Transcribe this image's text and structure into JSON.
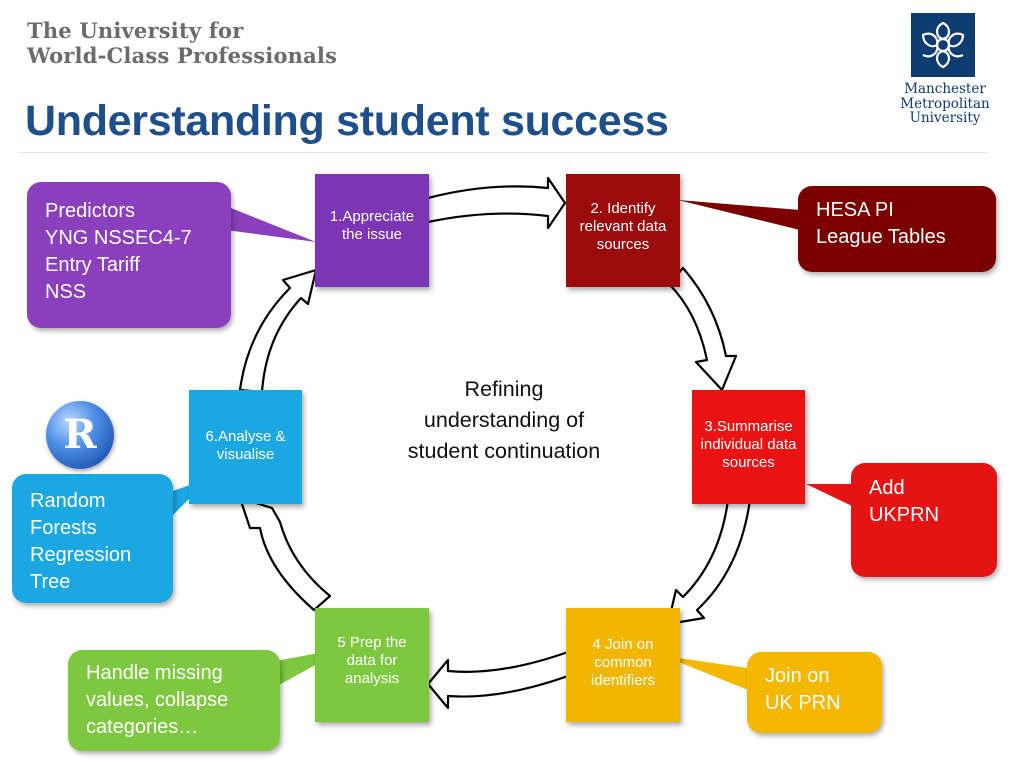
{
  "header": {
    "tagline": "The University for\nWorld-Class Professionals",
    "title": "Understanding student success",
    "logo_text": "Manchester\nMetropolitan\nUniversity"
  },
  "center_label": "Refining\nunderstanding of\nstudent continuation",
  "steps": [
    {
      "label": "1.Appreciate the issue",
      "color": "#7b35b5"
    },
    {
      "label": "2. Identify relevant data sources",
      "color": "#9b0b0b"
    },
    {
      "label": "3.Summarise individual data sources",
      "color": "#ea1212"
    },
    {
      "label": "4 Join on common identifiers",
      "color": "#f2b500"
    },
    {
      "label": "5 Prep the data for analysis",
      "color": "#7ec840"
    },
    {
      "label": "6.Analyse & visualise",
      "color": "#1ba8e2"
    }
  ],
  "callouts": {
    "predictors": {
      "text": "Predictors\nYNG NSSEC4-7\nEntry Tariff\nNSS",
      "color": "#8a40bd"
    },
    "hesa": {
      "text": "HESA PI\nLeague Tables",
      "color": "#7a0000"
    },
    "ukprn": {
      "text": "Add\nUKPRN",
      "color": "#e51414"
    },
    "join": {
      "text": "Join on\nUK PRN",
      "color": "#f5b800"
    },
    "handle": {
      "text": "Handle missing\nvalues, collapse\ncategories…",
      "color": "#7ec840"
    },
    "random": {
      "text": "Random\nForests\nRegression\nTree",
      "color": "#1ba8e2"
    }
  },
  "r_logo": {
    "letter": "R",
    "color": "#2f6fd0"
  }
}
